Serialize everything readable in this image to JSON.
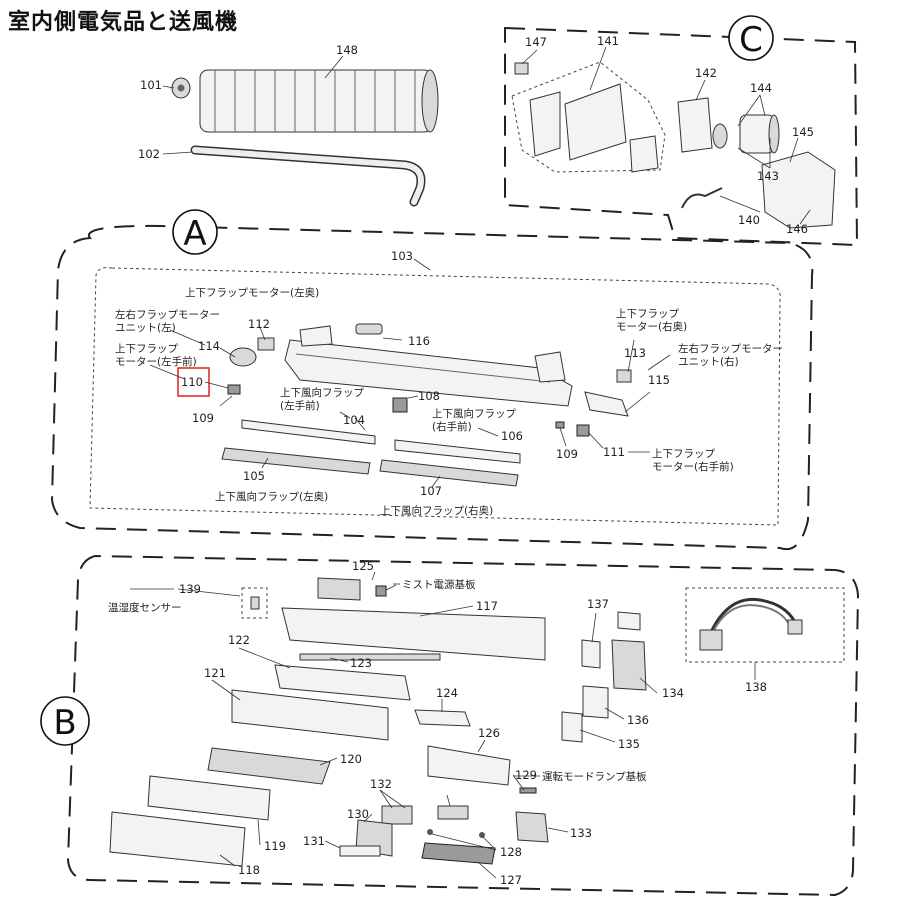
{
  "title": "室内側電気品と送風機",
  "sections": {
    "a": "A",
    "b": "B",
    "c": "C"
  },
  "parts": {
    "p101": "101",
    "p102": "102",
    "p103": "103",
    "p104": "104",
    "p105": "105",
    "p106": "106",
    "p107": "107",
    "p108": "108",
    "p109a": "109",
    "p109b": "109",
    "p110": "110",
    "p111": "111",
    "p112": "112",
    "p113": "113",
    "p114": "114",
    "p115": "115",
    "p116": "116",
    "p117": "117",
    "p118": "118",
    "p119": "119",
    "p120": "120",
    "p121": "121",
    "p122": "122",
    "p123": "123",
    "p124": "124",
    "p125": "125",
    "p126": "126",
    "p127": "127",
    "p128": "128",
    "p129": "129",
    "p130": "130",
    "p131": "131",
    "p132": "132",
    "p133": "133",
    "p134": "134",
    "p135": "135",
    "p136": "136",
    "p137": "137",
    "p138": "138",
    "p139": "139",
    "p140": "140",
    "p141": "141",
    "p142": "142",
    "p143": "143",
    "p144": "144",
    "p145": "145",
    "p146": "146",
    "p147": "147",
    "p148": "148"
  },
  "labels": {
    "flap_motor_left_back": "上下フラップモーター(左奥)",
    "lr_flap_motor_left_1": "左右フラップモーター",
    "lr_flap_motor_left_2": "ユニット(左)",
    "flap_motor_left_front_1": "上下フラップ",
    "flap_motor_left_front_2": "モーター(左手前)",
    "vane_left_front_1": "上下風向フラップ",
    "vane_left_front_2": "(左手前)",
    "vane_right_front_1": "上下風向フラップ",
    "vane_right_front_2": "(右手前)",
    "vane_left_back": "上下風向フラップ(左奥)",
    "vane_right_back": "上下風向フラップ(右奥)",
    "flap_motor_right_back_1": "上下フラップ",
    "flap_motor_right_back_2": "モーター(右奥)",
    "lr_flap_motor_right_1": "左右フラップモーター",
    "lr_flap_motor_right_2": "ユニット(右)",
    "flap_motor_right_front_1": "上下フラップ",
    "flap_motor_right_front_2": "モーター(右手前)",
    "mist_board": "ミスト電源基板",
    "humidity_sensor": "温湿度センサー",
    "mode_lamp_board": "運転モードランプ基板"
  },
  "colors": {
    "highlight": "#e03030",
    "line": "#222222",
    "part_fill": "#f3f3f3"
  }
}
